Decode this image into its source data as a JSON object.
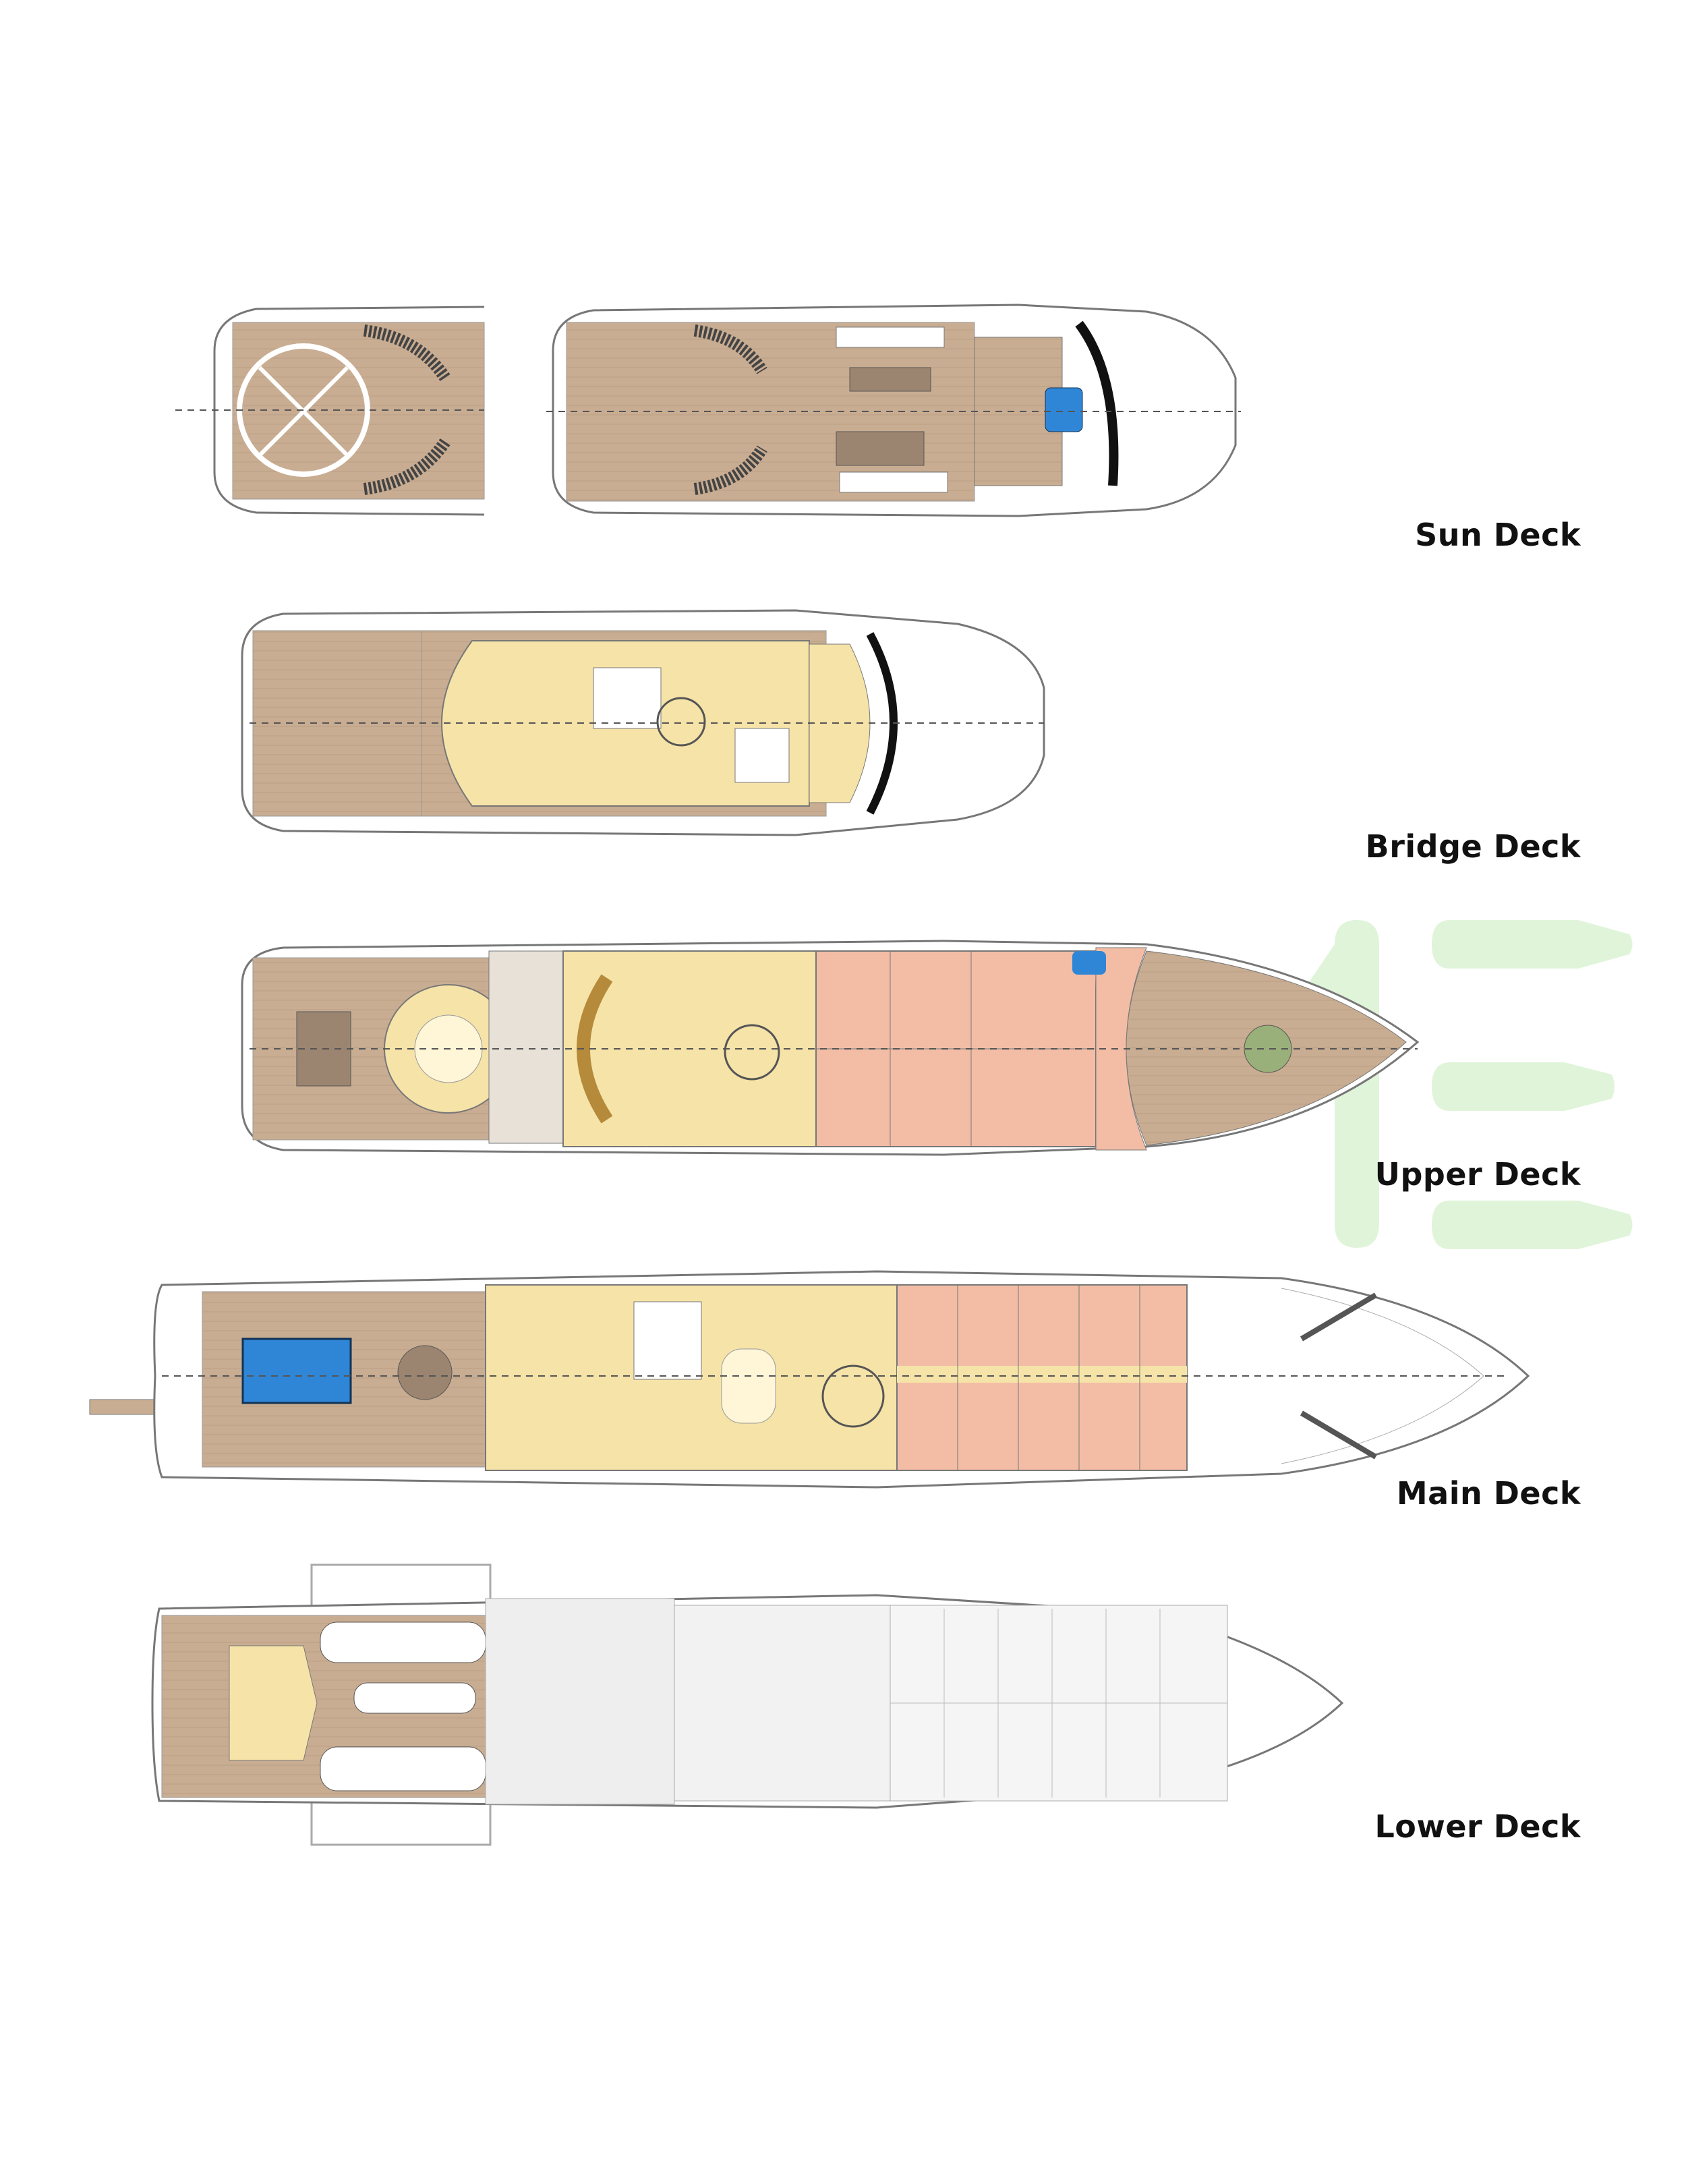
{
  "decks": [
    {
      "name": "Sun Deck"
    },
    {
      "name": "Bridge Deck"
    },
    {
      "name": "Upper Deck"
    },
    {
      "name": "Main Deck"
    },
    {
      "name": "Lower Deck"
    }
  ],
  "colors": {
    "deck_wood": "#c9ad92",
    "interior": "#f6e3a8",
    "cabins": "#f3bda5",
    "pool": "#2f86d6",
    "hull_line": "#777777",
    "watermark": "#ddf3d6"
  },
  "watermark": {
    "icon": "logo-watermark"
  }
}
